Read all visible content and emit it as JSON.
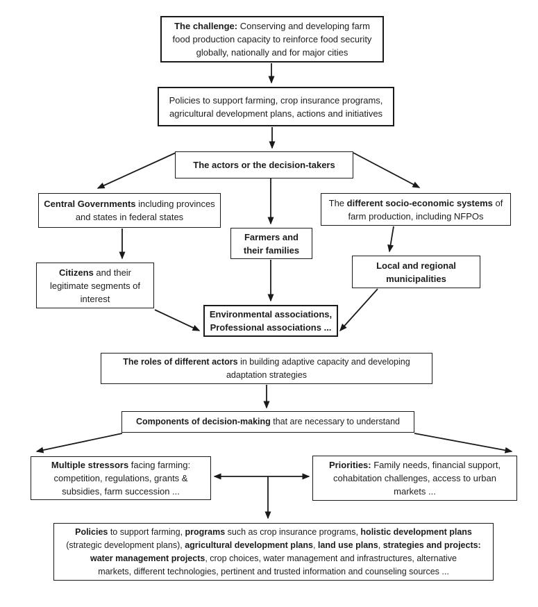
{
  "diagram": {
    "colors": {
      "border": "#1a1a1a",
      "text": "#1c1c1c",
      "background": "#ffffff",
      "arrow": "#1a1a1a"
    },
    "boxes": {
      "challenge": {
        "l1b": "The challenge: ",
        "l1": " Conserving and developing farm",
        "l2": "food production capacity to reinforce food security",
        "l3": "globally, nationally and for major cities"
      },
      "policies": {
        "l1": "Policies to support farming, crop insurance programs,",
        "l2": "agricultural development plans, actions and initiatives"
      },
      "actors": {
        "l1": "The actors or the decision-takers"
      },
      "central_governments": {
        "l1b": "Central Governments",
        "l1": " including provinces",
        "l2": "and states in federal states"
      },
      "socio_economic": {
        "l1a": "The ",
        "l1b": "different socio-economic systems",
        "l1c": " of",
        "l2": "farm production, including NFPOs"
      },
      "farmers": {
        "l1": "Farmers and",
        "l2": "their families"
      },
      "citizens": {
        "l1b": "Citizens",
        "l1": " and their",
        "l2": "legitimate segments of",
        "l3": "interest"
      },
      "municipalities": {
        "l1": "Local and regional",
        "l2": "municipalities"
      },
      "associations": {
        "l1": "Environmental associations,",
        "l2": "Professional associations ..."
      },
      "roles": {
        "l1b": "The roles of different actors",
        "l1": " in building adaptive capacity and developing",
        "l2": "adaptation strategies"
      },
      "components": {
        "l1b": "Components of decision-making",
        "l1": " that are necessary to understand"
      },
      "stressors": {
        "l1b": "Multiple stressors",
        "l1": " facing farming:",
        "l2": "competition, regulations, grants &",
        "l3": "subsidies, farm succession ..."
      },
      "priorities": {
        "l1b": "Priorities:",
        "l1": " Family needs, financial support,",
        "l2": "cohabitation challenges, access to urban",
        "l3": "markets ..."
      },
      "final": {
        "l1a": "Policies",
        "l1b": " to support farming, ",
        "l1c": "programs",
        "l1d": " such as crop insurance programs, ",
        "l1e": "holistic development plans",
        "l2a": "(strategic development plans), ",
        "l2b": "agricultural development plans",
        "l2c": ", ",
        "l2d": "land use plans",
        "l2e": ", ",
        "l2f": "strategies and projects:",
        "l3a": "water management projects",
        "l3b": ", crop choices, water management and infrastructures, alternative",
        "l4": "markets, different technologies, pertinent and trusted information and counseling sources ..."
      }
    }
  }
}
